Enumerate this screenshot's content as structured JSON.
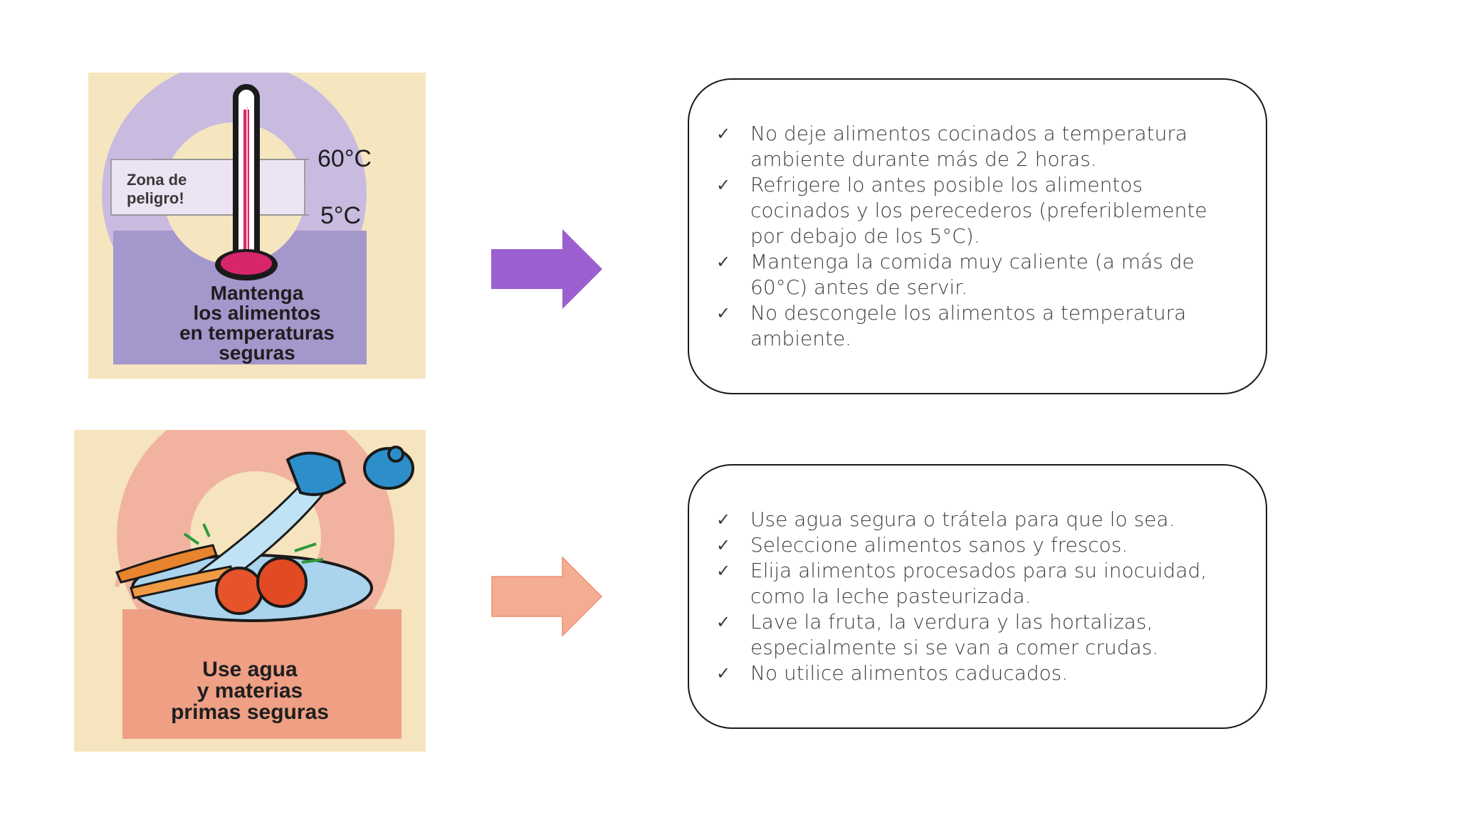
{
  "poster_temperature": {
    "label_60": "60°C",
    "label_5": "5°C",
    "danger_zone": "Zona de\npeligro!",
    "title": "Mantenga\nlos alimentos\nen temperaturas\nseguras",
    "colors": {
      "background": "#f6e6bf",
      "circle": "#c9bbe0",
      "box": "#a497cb",
      "mercury": "#d8266a"
    }
  },
  "poster_water": {
    "title": "Use agua\ny materias\nprimas seguras",
    "colors": {
      "background": "#f5e4bd",
      "circle": "#f1b2a0",
      "box": "#ee9f84"
    }
  },
  "arrows": [
    {
      "icon": "right-arrow-icon",
      "color": "#9b5fcf"
    },
    {
      "icon": "right-arrow-icon",
      "color": "#f4ad93"
    }
  ],
  "card_temperature": {
    "check_icon": "✓",
    "items": [
      "No deje alimentos cocinados a temperatura ambiente durante más de 2 horas.",
      "Refrigere lo antes posible los alimentos cocinados y los perecederos (preferiblemente por debajo de los 5°C).",
      "Mantenga la comida muy caliente (a más de 60°C) antes de servir.",
      "No descongele los alimentos a temperatura ambiente."
    ]
  },
  "card_water": {
    "check_icon": "✓",
    "items": [
      "Use agua segura o trátela para que lo sea.",
      "Seleccione alimentos sanos y frescos.",
      "Elija alimentos procesados para su inocuidad, como la leche pasteurizada.",
      "Lave la fruta, la verdura y las hortalizas, especialmente si se van a comer crudas.",
      "No utilice alimentos caducados."
    ]
  }
}
